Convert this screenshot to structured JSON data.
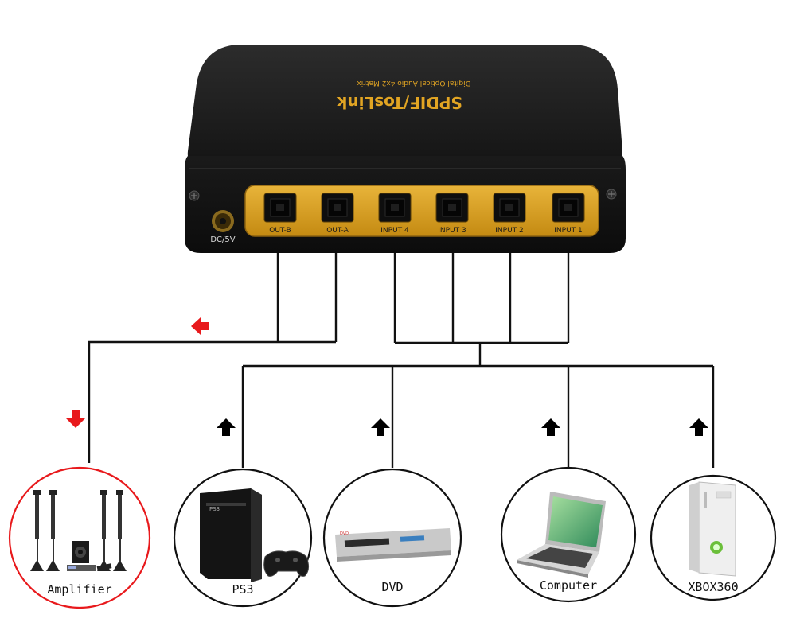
{
  "device": {
    "title": "SPDIF/TosLink",
    "subtitle": "Digital Optical Audio 4x2 Matrix",
    "power_label": "DC/5V",
    "ports": [
      "OUT-B",
      "OUT-A",
      "INPUT 4",
      "INPUT 3",
      "INPUT 2",
      "INPUT 1"
    ]
  },
  "devices": [
    {
      "id": "amplifier",
      "label": "Amplifier",
      "icon": "speaker-system-icon",
      "role": "output"
    },
    {
      "id": "ps3",
      "label": "PS3",
      "icon": "game-console-icon",
      "role": "input"
    },
    {
      "id": "dvd",
      "label": "DVD",
      "icon": "dvd-player-icon",
      "role": "input"
    },
    {
      "id": "computer",
      "label": "Computer",
      "icon": "laptop-icon",
      "role": "input"
    },
    {
      "id": "xbox",
      "label": "XBOX360",
      "icon": "xbox-console-icon",
      "role": "input"
    }
  ],
  "colors": {
    "device_body": "#1c1c1c",
    "gold": "#d9a21d",
    "output_arrow": "#e8191c",
    "input_arrow": "#000000",
    "amplifier_ring": "#e8191c"
  }
}
